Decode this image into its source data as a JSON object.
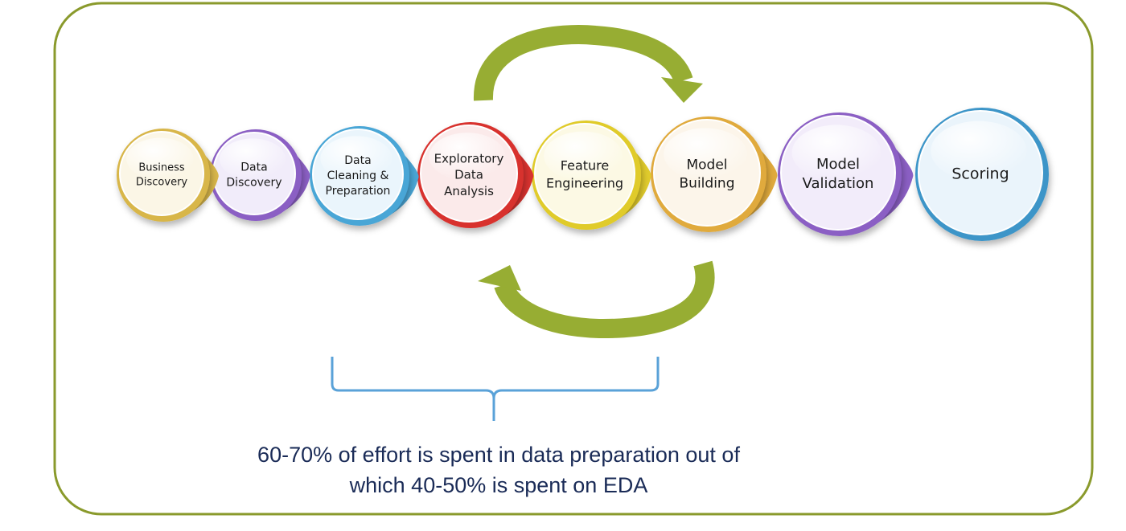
{
  "colors": {
    "frame": "#8a9a2c",
    "arrow": "#97ad33",
    "arrow_dark": "#6f8420",
    "brace": "#5aa2d8",
    "caption": "#1a2b57"
  },
  "steps": [
    {
      "lines": [
        "Business",
        "Discovery"
      ],
      "rim": "#d8b64a",
      "fill": "#fbf6e6"
    },
    {
      "lines": [
        "Data",
        "Discovery"
      ],
      "rim": "#8b5fc4",
      "fill": "#f1ecfa"
    },
    {
      "lines": [
        "Data",
        "Cleaning &",
        "Preparation"
      ],
      "rim": "#4aa6d6",
      "fill": "#eaf5fc"
    },
    {
      "lines": [
        "Exploratory",
        "Data",
        "Analysis"
      ],
      "rim": "#d8322f",
      "fill": "#fbeaea"
    },
    {
      "lines": [
        "Feature",
        "Engineering"
      ],
      "rim": "#e0cb2c",
      "fill": "#fcf9e4"
    },
    {
      "lines": [
        "Model",
        "Building"
      ],
      "rim": "#e0aa3c",
      "fill": "#fcf5ea"
    },
    {
      "lines": [
        "Model",
        "Validation"
      ],
      "rim": "#8b5fc4",
      "fill": "#f2ecfa"
    },
    {
      "lines": [
        "Scoring"
      ],
      "rim": "#3c95c8",
      "fill": "#eaf4fb"
    }
  ],
  "caption": {
    "line1": "60-70% of effort is spent in data preparation out of",
    "line2": "which 40-50% is spent on EDA"
  }
}
